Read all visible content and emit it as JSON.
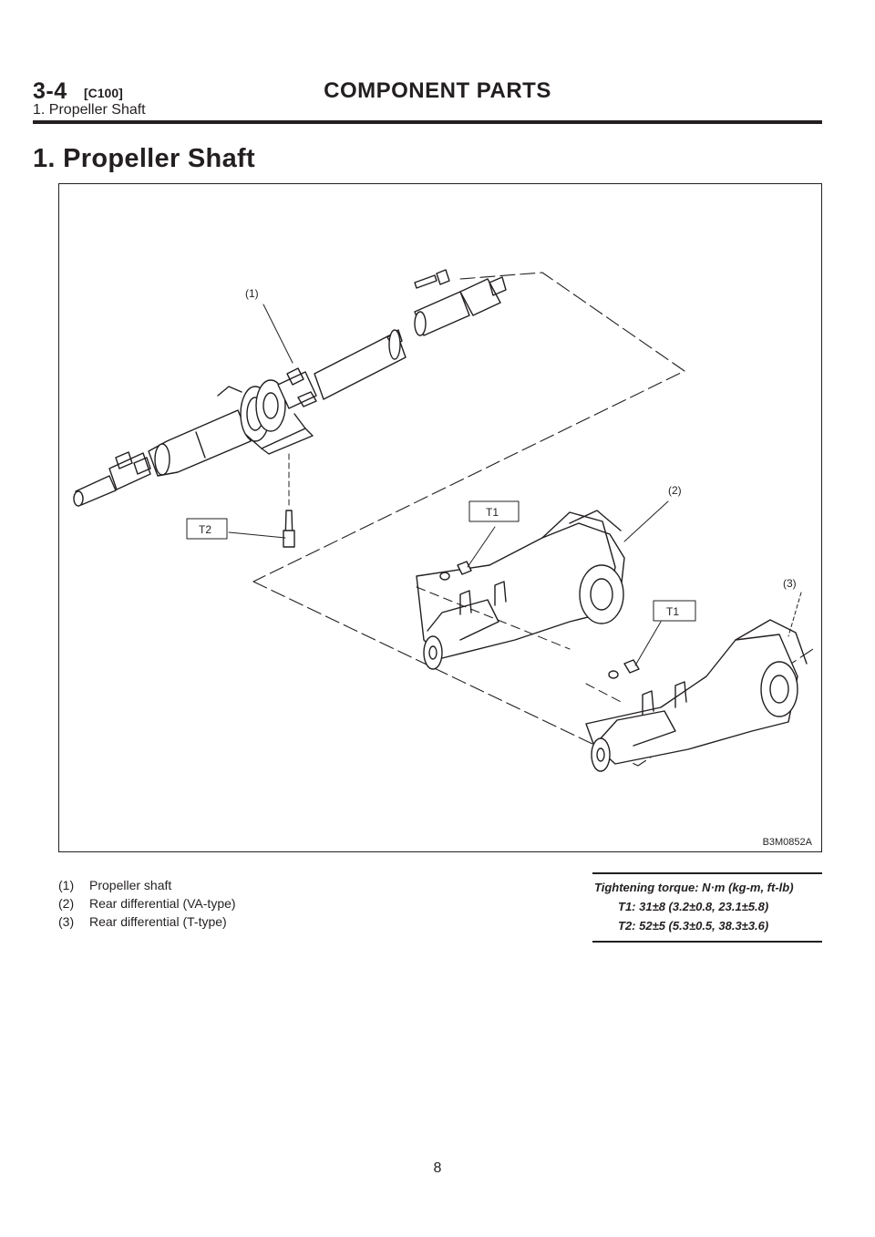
{
  "header": {
    "section": "3-4",
    "code": "[C100]",
    "title": "COMPONENT PARTS",
    "subtitle": "1. Propeller Shaft"
  },
  "heading": "1. Propeller Shaft",
  "figure": {
    "id": "B3M0852A",
    "callouts": {
      "one": "(1)",
      "two": "(2)",
      "three": "(3)",
      "t2": "T2",
      "t1a": "T1",
      "t1b": "T1"
    }
  },
  "legend": [
    {
      "num": "(1)",
      "text": "Propeller shaft"
    },
    {
      "num": "(2)",
      "text": "Rear differential (VA-type)"
    },
    {
      "num": "(3)",
      "text": "Rear differential (T-type)"
    }
  ],
  "torque": {
    "heading": "Tightening torque: N·m (kg-m, ft-lb)",
    "t1": "T1: 31±8 (3.2±0.8, 23.1±5.8)",
    "t2": "T2: 52±5 (5.3±0.5, 38.3±3.6)"
  },
  "page_number": "8"
}
